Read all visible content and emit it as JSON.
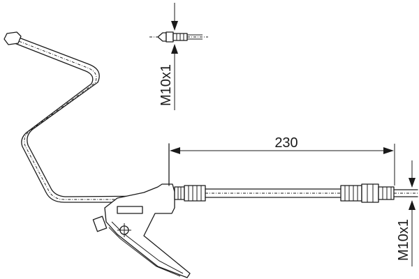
{
  "dimensions": {
    "hose_length": "230",
    "thread_top": "M10x1",
    "thread_right": "M10x1"
  }
}
